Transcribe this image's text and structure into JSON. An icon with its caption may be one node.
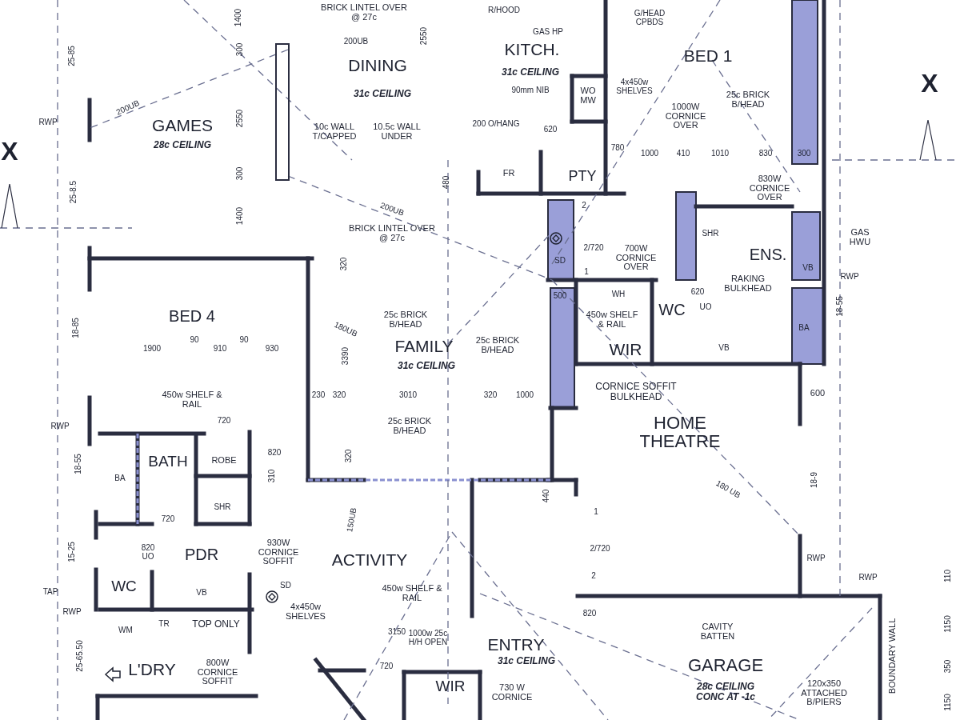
{
  "diagram": {
    "labels": [
      "25-85",
      "25-8.5",
      "RWP",
      "200UB",
      "GAMES",
      "28c CEILING",
      "X",
      "1400",
      "300",
      "2550",
      "300",
      "1400",
      "BRICK LINTEL OVER @ 27c",
      "200UB",
      "2550",
      "DINING",
      "31c CEILING",
      "R/HOOD",
      "GAS HP",
      "KITCH.",
      "31c CEILING",
      "90mm NIB",
      "WO MW",
      "X",
      "G/HEAD CPBDS",
      "BED 1",
      "4x450w SHELVES",
      "1000W CORNICE OVER",
      "25c BRICK B/HEAD",
      "10c WALL T/CAPPED",
      "10.5c WALL UNDER",
      "200 O/HANG",
      "620",
      "780",
      "1000",
      "410",
      "1010",
      "830",
      "300",
      "FR",
      "PTY",
      "480",
      "830W CORNICE OVER",
      "200UB",
      "BRICK LINTEL OVER @ 27c",
      "2",
      "SHR",
      "GAS HWU",
      "2/720",
      "SD",
      "700W CORNICE OVER",
      "ENS.",
      "VB",
      "320",
      "1",
      "RWP",
      "500",
      "WH",
      "620",
      "RAKING BULKHEAD",
      "WC",
      "UO",
      "18-55",
      "BED 4",
      "25c BRICK B/HEAD",
      "450w SHELF & RAIL",
      "180UB",
      "BA",
      "18-85",
      "90",
      "90",
      "25c BRICK B/HEAD",
      "FAMILY",
      "1900",
      "910",
      "930",
      "WIR",
      "VB",
      "3390",
      "31c CEILING",
      "CORNICE SOFFIT BULKHEAD",
      "230",
      "320",
      "3010",
      "320",
      "1000",
      "600",
      "450w SHELF & RAIL",
      "720",
      "RWP",
      "25c BRICK B/HEAD",
      "HOME THEATRE",
      "820",
      "BATH",
      "ROBE",
      "18-55",
      "320",
      "310",
      "BA",
      "180 UB",
      "18-9",
      "440",
      "SHR",
      "1",
      "720",
      "150UB",
      "820 UO",
      "PDR",
      "15-25",
      "930W CORNICE SOFFIT",
      "2/720",
      "ACTIVITY",
      "RWP",
      "2",
      "RWP",
      "TAP",
      "WC",
      "VB",
      "SD",
      "450w SHELF & RAIL",
      "RWP",
      "820",
      "4x450w SHELVES",
      "WM",
      "TR",
      "TOP ONLY",
      "3150",
      "1000w 25c H/H OPEN",
      "CAVITY BATTEN",
      "ENTRY",
      "25-65.50",
      "31c CEILING",
      "GARAGE",
      "720",
      "L'DRY",
      "800W CORNICE SOFFIT",
      "WIR",
      "730 W CORNICE",
      "28c CEILING CONC AT -1c",
      "120x350 ATTACHED B/PIERS",
      "BOUNDARY WALL",
      "110",
      "1150",
      "350",
      "1150"
    ]
  }
}
